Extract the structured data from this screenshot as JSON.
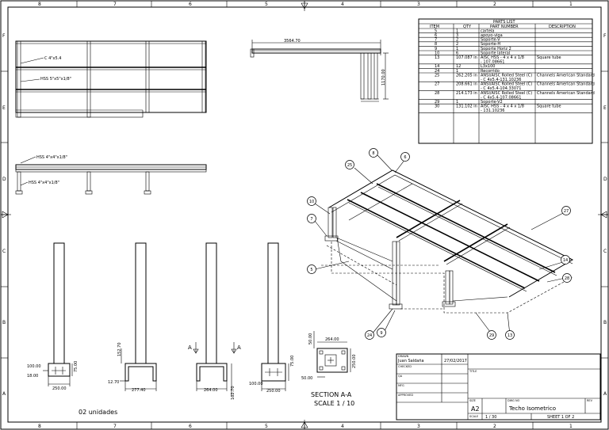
{
  "border": {
    "columns_top": [
      "8",
      "7",
      "6",
      "5",
      "4",
      "3",
      "2",
      "1"
    ],
    "rows": [
      "F",
      "E",
      "D",
      "C",
      "B",
      "A"
    ]
  },
  "parts_list": {
    "title": "PARTS LIST",
    "headers": [
      "ITEM",
      "QTY",
      "PART NUMBER",
      "DESCRIPTION"
    ],
    "rows": [
      {
        "item": "5",
        "qty": "1",
        "part": "cartela",
        "desc": ""
      },
      {
        "item": "6",
        "qty": "3",
        "part": "apoyo-viga",
        "desc": ""
      },
      {
        "item": "7",
        "qty": "2",
        "part": "Soporte-V",
        "desc": ""
      },
      {
        "item": "8",
        "qty": "2",
        "part": "Soporte-H",
        "desc": ""
      },
      {
        "item": "9",
        "qty": "1",
        "part": "Soporte Horiz 2",
        "desc": ""
      },
      {
        "item": "10",
        "qty": "6",
        "part": "Soporte lateral",
        "desc": ""
      },
      {
        "item": "13",
        "qty": "107.087 in",
        "part": "AISC HSS - 4 x 4 x 1/8 - 107.08661",
        "desc": "Square tube"
      },
      {
        "item": "14",
        "qty": "12",
        "part": "L3x100",
        "desc": ""
      },
      {
        "item": "24",
        "qty": "1",
        "part": "Recorrido",
        "desc": ""
      },
      {
        "item": "25",
        "qty": "262.205 in",
        "part": "ANSI/AISC Rolled Steel (C) - C 4x5.4-131.10236",
        "desc": "Channels American Standard"
      },
      {
        "item": "27",
        "qty": "208.661 in",
        "part": "ANSI/AISC Rolled Steel (C) - C 4x5.4-104.33071",
        "desc": "Channels American Standard"
      },
      {
        "item": "28",
        "qty": "214.173 in",
        "part": "ANSI/AISC Rolled Steel (C) - C 4x5.4-107.08661",
        "desc": "Channels American Standard"
      },
      {
        "item": "29",
        "qty": "1",
        "part": "Soporte-V2",
        "desc": ""
      },
      {
        "item": "30",
        "qty": "131.102 in",
        "part": "AISC HSS - 4 x 4 x 1/8 - 131.10236",
        "desc": "Square tube"
      }
    ]
  },
  "plan_view": {
    "label_c": "C 4\"x5.4",
    "label_hss": "HSS 5\"x5\"x1/8\""
  },
  "side_view": {
    "label_top": "HSS 4\"x4\"x1/8\"",
    "label_bottom": "HSS 4\"x4\"x1/8\""
  },
  "top_right_view": {
    "dim_width": "3564.70",
    "dim_height": "1170.00"
  },
  "column_views": {
    "caption": "02 unidades",
    "dims": {
      "d100": "100.00",
      "d18": "18.00",
      "d75a": "75.00",
      "d250a": "250.00",
      "d152": "152.70",
      "d1270": "12.70",
      "d277": "277.40",
      "d264": "264.00",
      "d162": "162.70",
      "d100b": "100.00",
      "d250b": "250.00",
      "d75b": "75.00",
      "d264b": "264.00",
      "d50a": "50.00",
      "d250c": "250.00",
      "d50b": "50.00"
    },
    "section_mark": "A",
    "section_title": "SECTION A-A",
    "section_scale": "SCALE 1 / 10"
  },
  "balloons": [
    "8",
    "6",
    "25",
    "10",
    "27",
    "7",
    "5",
    "14",
    "28",
    "24",
    "9",
    "29",
    "13"
  ],
  "title_block": {
    "drawn_label": "DRAWN",
    "drawn_name": "Juan Saldaña",
    "drawn_date": "27/02/2017",
    "checked_label": "CHECKED",
    "qa_label": "QA",
    "mfg_label": "MFG",
    "approved_label": "APPROVED",
    "title_label": "TITLE",
    "size_label": "SIZE",
    "size": "A2",
    "dwg_label": "DWG NO",
    "dwg_title": "Techo Isometrico",
    "rev_label": "REV",
    "scale_label": "SCALE",
    "scale": "1 / 30",
    "sheet": "SHEET 1  OF  2"
  }
}
